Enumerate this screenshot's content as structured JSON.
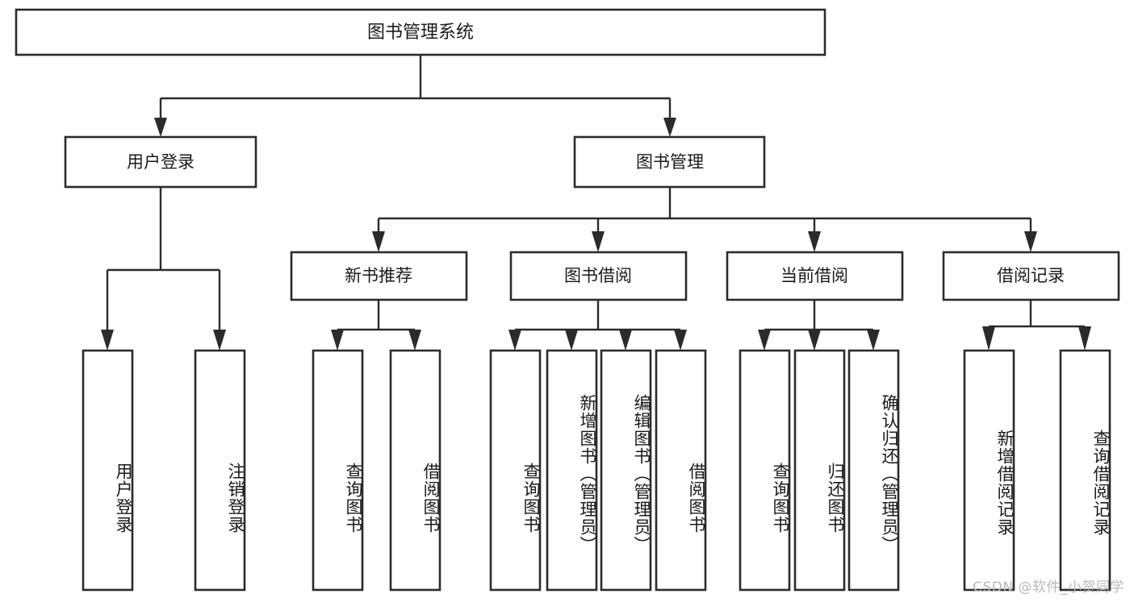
{
  "diagram": {
    "title": "图书管理系统",
    "type": "tree-hierarchy",
    "root": {
      "id": "root",
      "label": "图书管理系统"
    },
    "level2": [
      {
        "id": "user-login",
        "label": "用户登录"
      },
      {
        "id": "book-manage",
        "label": "图书管理"
      }
    ],
    "level3": [
      {
        "id": "new-book-recommend",
        "label": "新书推荐"
      },
      {
        "id": "book-borrow",
        "label": "图书借阅"
      },
      {
        "id": "current-borrow",
        "label": "当前借阅"
      },
      {
        "id": "borrow-record",
        "label": "借阅记录"
      }
    ],
    "leaves": [
      {
        "id": "leaf-user-login",
        "label": "用户登录",
        "parent": "user-login"
      },
      {
        "id": "leaf-logout-login",
        "label": "注销登录",
        "parent": "user-login"
      },
      {
        "id": "leaf-query-book-1",
        "label": "查询图书",
        "parent": "new-book-recommend"
      },
      {
        "id": "leaf-borrow-book-1",
        "label": "借阅图书",
        "parent": "new-book-recommend"
      },
      {
        "id": "leaf-query-book-2",
        "label": "查询图书",
        "parent": "book-borrow"
      },
      {
        "id": "leaf-add-book",
        "label": "新增图书（管理员）",
        "parent": "book-borrow"
      },
      {
        "id": "leaf-edit-book",
        "label": "编辑图书（管理员）",
        "parent": "book-borrow"
      },
      {
        "id": "leaf-borrow-book-2",
        "label": "借阅图书",
        "parent": "book-borrow"
      },
      {
        "id": "leaf-query-book-3",
        "label": "查询图书",
        "parent": "current-borrow"
      },
      {
        "id": "leaf-return-book",
        "label": "归还图书",
        "parent": "current-borrow"
      },
      {
        "id": "leaf-confirm-return",
        "label": "确认归还（管理员）",
        "parent": "current-borrow"
      },
      {
        "id": "leaf-add-record",
        "label": "新增借阅记录",
        "parent": "borrow-record"
      },
      {
        "id": "leaf-query-record",
        "label": "查询借阅记录",
        "parent": "borrow-record"
      }
    ],
    "colors": {
      "stroke": "#2b2b2b",
      "fill": "#ffffff",
      "text": "#1a1a1a",
      "watermark": "#b9b9b9"
    }
  },
  "watermark": {
    "text": "CSDN @软件_小贺同学"
  }
}
